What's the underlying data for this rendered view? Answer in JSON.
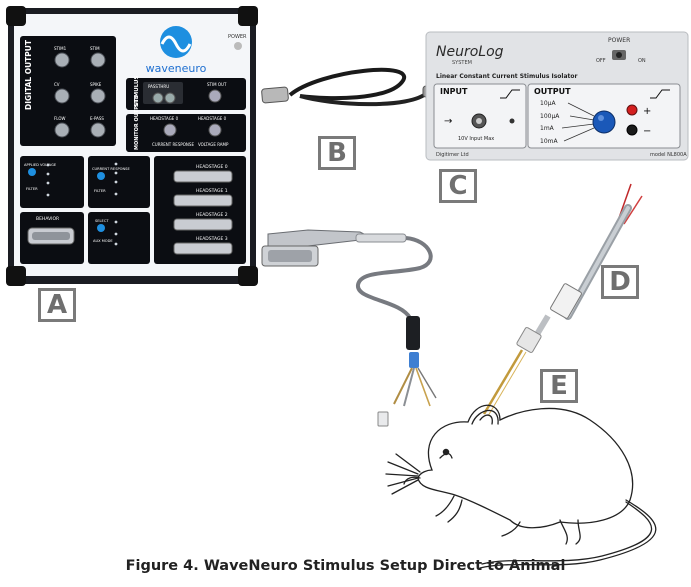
{
  "caption": "Figure 4. WaveNeuro Stimulus Setup Direct to Animal",
  "labels": {
    "a": "A",
    "b": "B",
    "c": "C",
    "d": "D",
    "e": "E"
  },
  "waveneuro": {
    "logo": "waveneuro",
    "power": "POWER",
    "digital_output": "DIGITAL OUTPUT",
    "stimulus": "STIMULUS",
    "monitor_outputs": "MONITOR OUTPUTS",
    "behavior": "BEHAVIOR",
    "ports": [
      "STIM1",
      "STIM",
      "CV",
      "SPIKE",
      "FLOW",
      "E-PASS"
    ],
    "stim_ports": [
      "PASSTHRU",
      "STIM OUT"
    ],
    "monitor_ports": [
      "HEADSTAGE 0",
      "HEADSTAGE 0",
      "CURRENT RESPONSE",
      "VOLTAGE RAMP"
    ],
    "headstages": [
      "HEADSTAGE 0",
      "HEADSTAGE 1",
      "HEADSTAGE 2",
      "HEADSTAGE 3"
    ],
    "controls": [
      "APPLIED VOLTAGE",
      "FILTER",
      "CURRENT RESPONSE",
      "FILTER",
      "SELECT",
      "AUX MODE"
    ]
  },
  "neurolog": {
    "brand": "NeuroLog",
    "system": "SYSTEM",
    "power": "POWER",
    "off": "OFF",
    "on": "ON",
    "subtitle": "Linear Constant Current Stimulus Isolator",
    "input": "INPUT",
    "output": "OUTPUT",
    "input_note": "10V Input Max",
    "ranges": [
      "10µA",
      "100µA",
      "1mA",
      "10mA"
    ],
    "plus": "+",
    "minus": "−",
    "maker": "Digitimer Ltd",
    "model": "model NL800A"
  },
  "colors": {
    "accent": "#1e6fd0",
    "panel": "#0b0d12",
    "tag_border": "#7a7a7a"
  }
}
